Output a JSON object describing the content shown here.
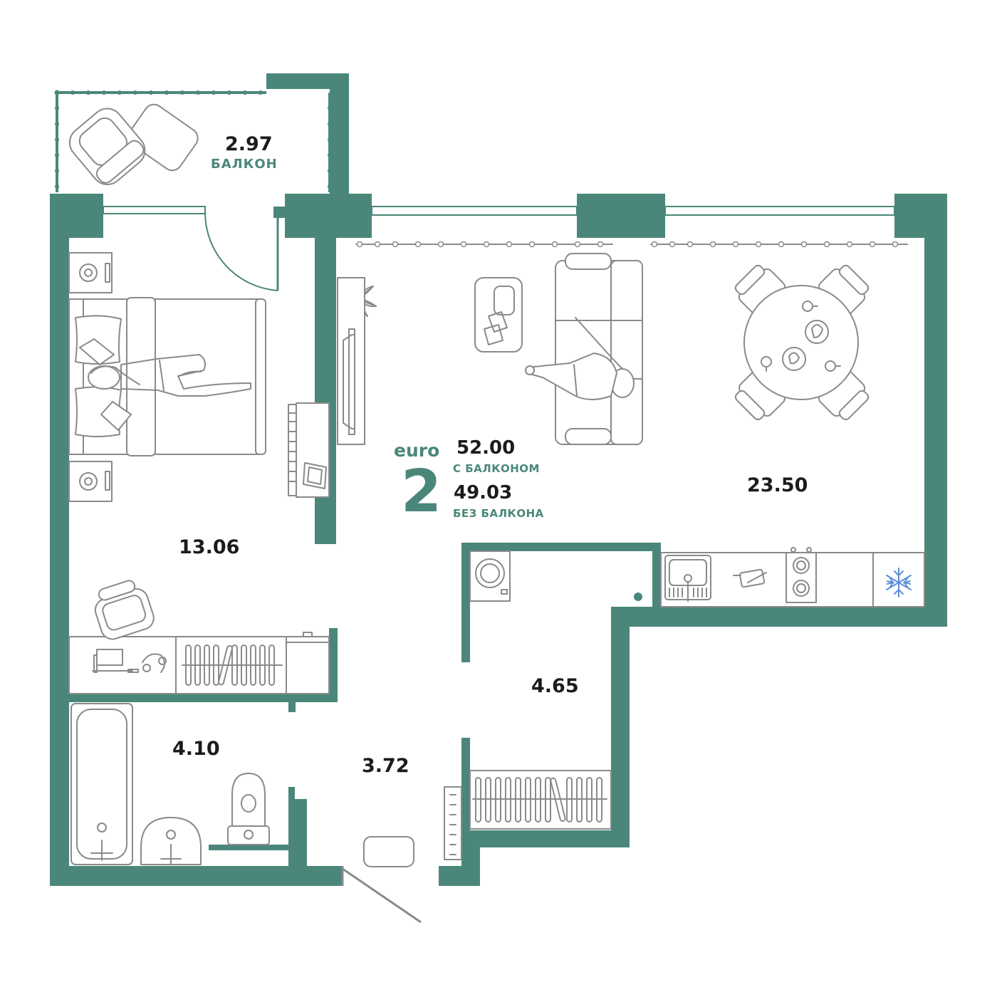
{
  "layout_badge": {
    "brand": "euro",
    "rooms": "2",
    "area_with_balcony": "52.00",
    "area_with_balcony_caption": "С БАЛКОНОМ",
    "area_without_balcony": "49.03",
    "area_without_balcony_caption": "БЕЗ БАЛКОНА"
  },
  "rooms": {
    "balcony": {
      "area": "2.97",
      "caption": "БАЛКОН"
    },
    "bedroom": {
      "area": "13.06"
    },
    "kitchen_living": {
      "area": "23.50"
    },
    "wardrobe": {
      "area": "4.65"
    },
    "bathroom": {
      "area": "4.10"
    },
    "hallway": {
      "area": "3.72"
    }
  },
  "icons": [
    "armchair-icon",
    "bed-icon",
    "sofa-icon",
    "dining-table-icon",
    "tv-icon",
    "plant-icon",
    "washing-machine-icon",
    "stove-icon",
    "sink-icon",
    "fridge-snowflake-icon",
    "bathtub-icon",
    "toilet-icon",
    "desk-icon",
    "wardrobe-icon"
  ],
  "colors": {
    "wall": "#4a877a",
    "furniture": "#8a8a8a",
    "text": "#1c1c1c",
    "snowflake": "#5b8fd6"
  }
}
